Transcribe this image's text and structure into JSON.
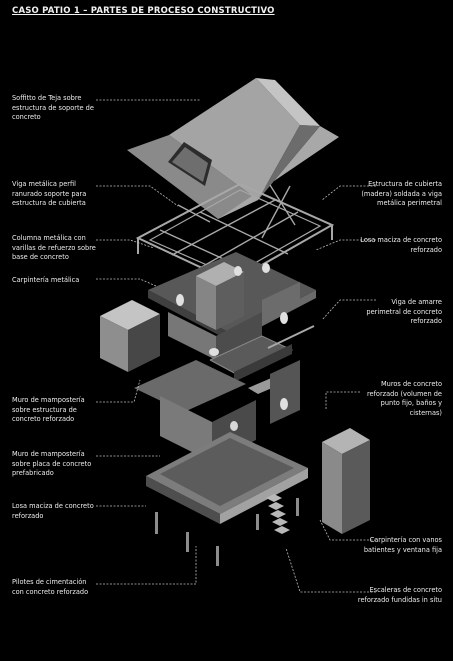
{
  "title": "CASO PATIO 1 – PARTES DE PROCESO CONSTRUCTIVO",
  "annotations": {
    "left": [
      "Soffitto de Teja sobre estructura de soporte de concreto",
      "Viga metálica perfil ranurado soporte para estructura de cubierta",
      "Columna metálica con varillas de refuerzo sobre base de concreto",
      "Carpintería metálica",
      "Muro de mampostería sobre estructura de concreto reforzado",
      "Muro de mampostería sobre placa de concreto prefabricado",
      "Losa maciza de concreto reforzado",
      "Pilotes de cimentación con concreto reforzado"
    ],
    "right": [
      "Estructura de cubierta (madera) soldada a viga metálica perimetral",
      "Losa maciza de concreto reforzado",
      "Viga de amarre perimetral de concreto reforzado",
      "Muros de concreto reforzado (volumen de punto fijo, baños y cisternas)",
      "Carpintería con vanos batientes y ventana fija",
      "Escaleras de concreto reforzado fundidas in situ"
    ]
  },
  "colors": {
    "background": "#000000",
    "text": "#f2f2f2",
    "leader": "#bdbdbd",
    "face_light": "#9a9a9a",
    "face_mid": "#7a7a7a",
    "face_dark": "#4a4a4a",
    "face_deep": "#2c2c2c"
  }
}
